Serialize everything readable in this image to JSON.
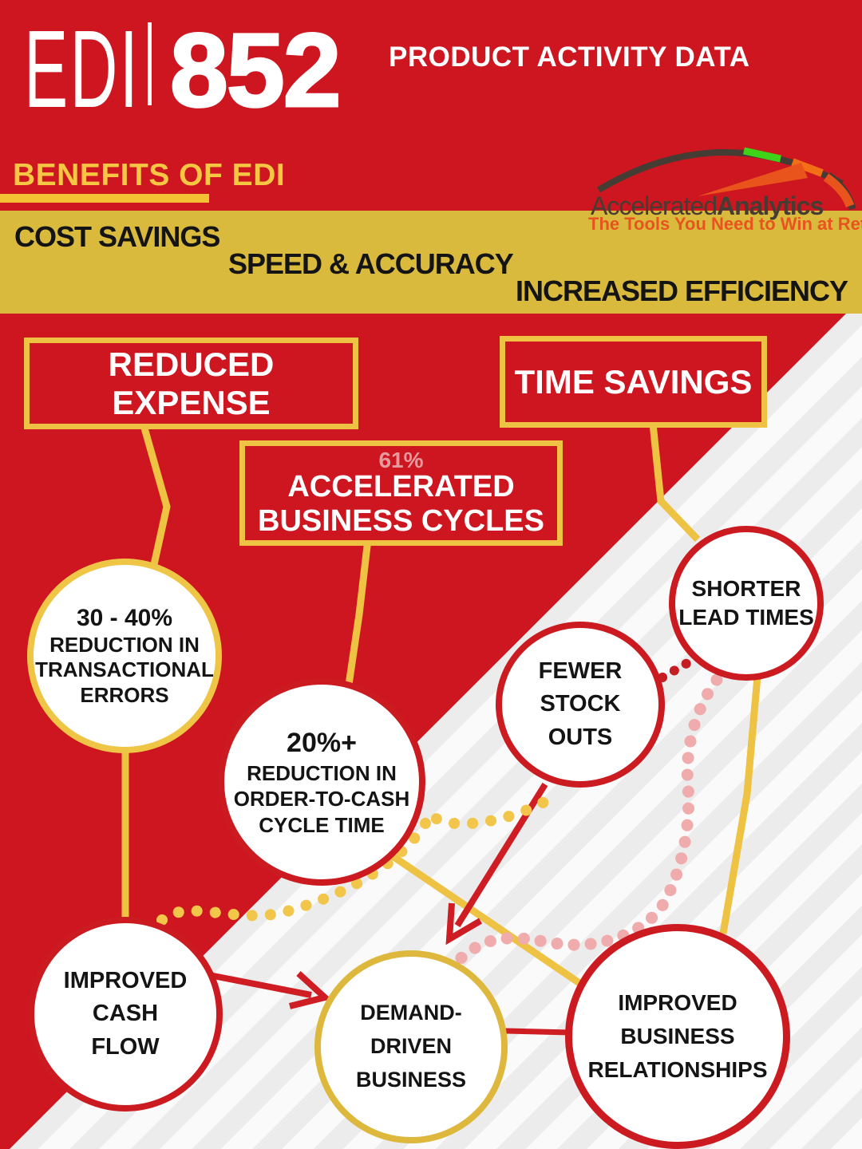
{
  "header": {
    "brand_light": "EDI",
    "brand_bold": "852",
    "subtitle": "PRODUCT ACTIVITY DATA",
    "section_title": "BENEFITS OF EDI"
  },
  "logo": {
    "name_regular": "Accelerated",
    "name_bold": "Analytics",
    "tagline": "The Tools You Need to Win at Retail®"
  },
  "band": {
    "items": [
      "COST SAVINGS",
      "SPEED & ACCURACY",
      "INCREASED EFFICIENCY"
    ]
  },
  "boxes": {
    "reduced_expense": "REDUCED EXPENSE",
    "time_savings": "TIME SAVINGS",
    "accelerated": {
      "stat": "61%",
      "line1": "ACCELERATED",
      "line2": "BUSINESS CYCLES"
    }
  },
  "circles": {
    "transactional_errors": {
      "lines": [
        "30 - 40%",
        "REDUCTION IN",
        "TRANSACTIONAL",
        "ERRORS"
      ]
    },
    "order_to_cash": {
      "lines": [
        "20%+",
        "REDUCTION IN",
        "ORDER-TO-CASH",
        "CYCLE TIME"
      ]
    },
    "fewer_stock_outs": {
      "lines": [
        "FEWER",
        "STOCK",
        "OUTS"
      ]
    },
    "shorter_lead_times": {
      "lines": [
        "SHORTER",
        "LEAD TIMES"
      ]
    },
    "improved_cash_flow": {
      "lines": [
        "IMPROVED",
        "CASH",
        "FLOW"
      ]
    },
    "demand_driven": {
      "lines": [
        "DEMAND-",
        "DRIVEN",
        "BUSINESS"
      ]
    },
    "improved_relationships": {
      "lines": [
        "IMPROVED",
        "BUSINESS",
        "RELATIONSHIPS"
      ]
    }
  },
  "colors": {
    "background_red": "#cd1620",
    "band_yellow": "#d9ba3c",
    "accent_yellow": "#eec243",
    "circle_border_red": "#cb1a20",
    "pink_dots": "#f0abad",
    "dark_red_dots": "#c41e24",
    "stat_pink": "#e59a9e",
    "logo_orange": "#e8531f",
    "logo_dark": "#453c34",
    "logo_green": "#3ed319",
    "text_black": "#141414",
    "white": "#ffffff"
  }
}
